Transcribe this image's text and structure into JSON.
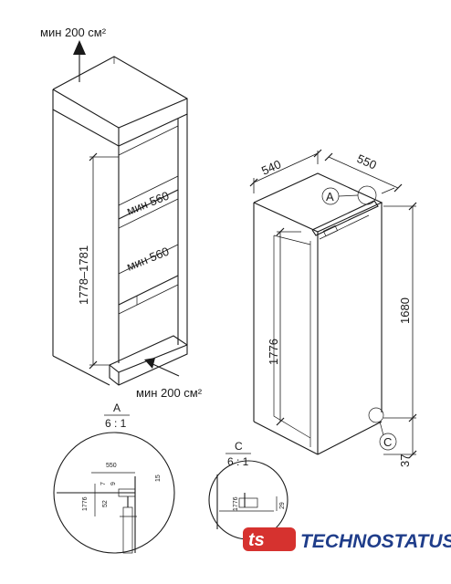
{
  "cabinet": {
    "top_vent_label": "мин 200 см²",
    "bottom_vent_label": "мин 200 см²",
    "height_label": "1778–1781",
    "width_upper_label": "мин 560",
    "width_lower_label": "мин 560"
  },
  "fridge": {
    "depth_label": "540",
    "width_label": "550",
    "height_label": "1776",
    "hinge_height_label": "1680",
    "bottom_offset_label": "37",
    "marker_a": "A",
    "marker_c": "C"
  },
  "detail_a": {
    "title": "A",
    "scale": "6 : 1",
    "dim_550": "550",
    "dim_15": "15",
    "dim_7": "7",
    "dim_9": "9",
    "dim_52": "52",
    "dim_1776": "1776"
  },
  "detail_c": {
    "title": "C",
    "scale": "6 : 1",
    "dim_1776": "1776",
    "dim_29": "29"
  },
  "brand": {
    "name": "TECHNOSTATUS",
    "logo_color": "#d6322f",
    "text_color": "#1f3d8a"
  }
}
